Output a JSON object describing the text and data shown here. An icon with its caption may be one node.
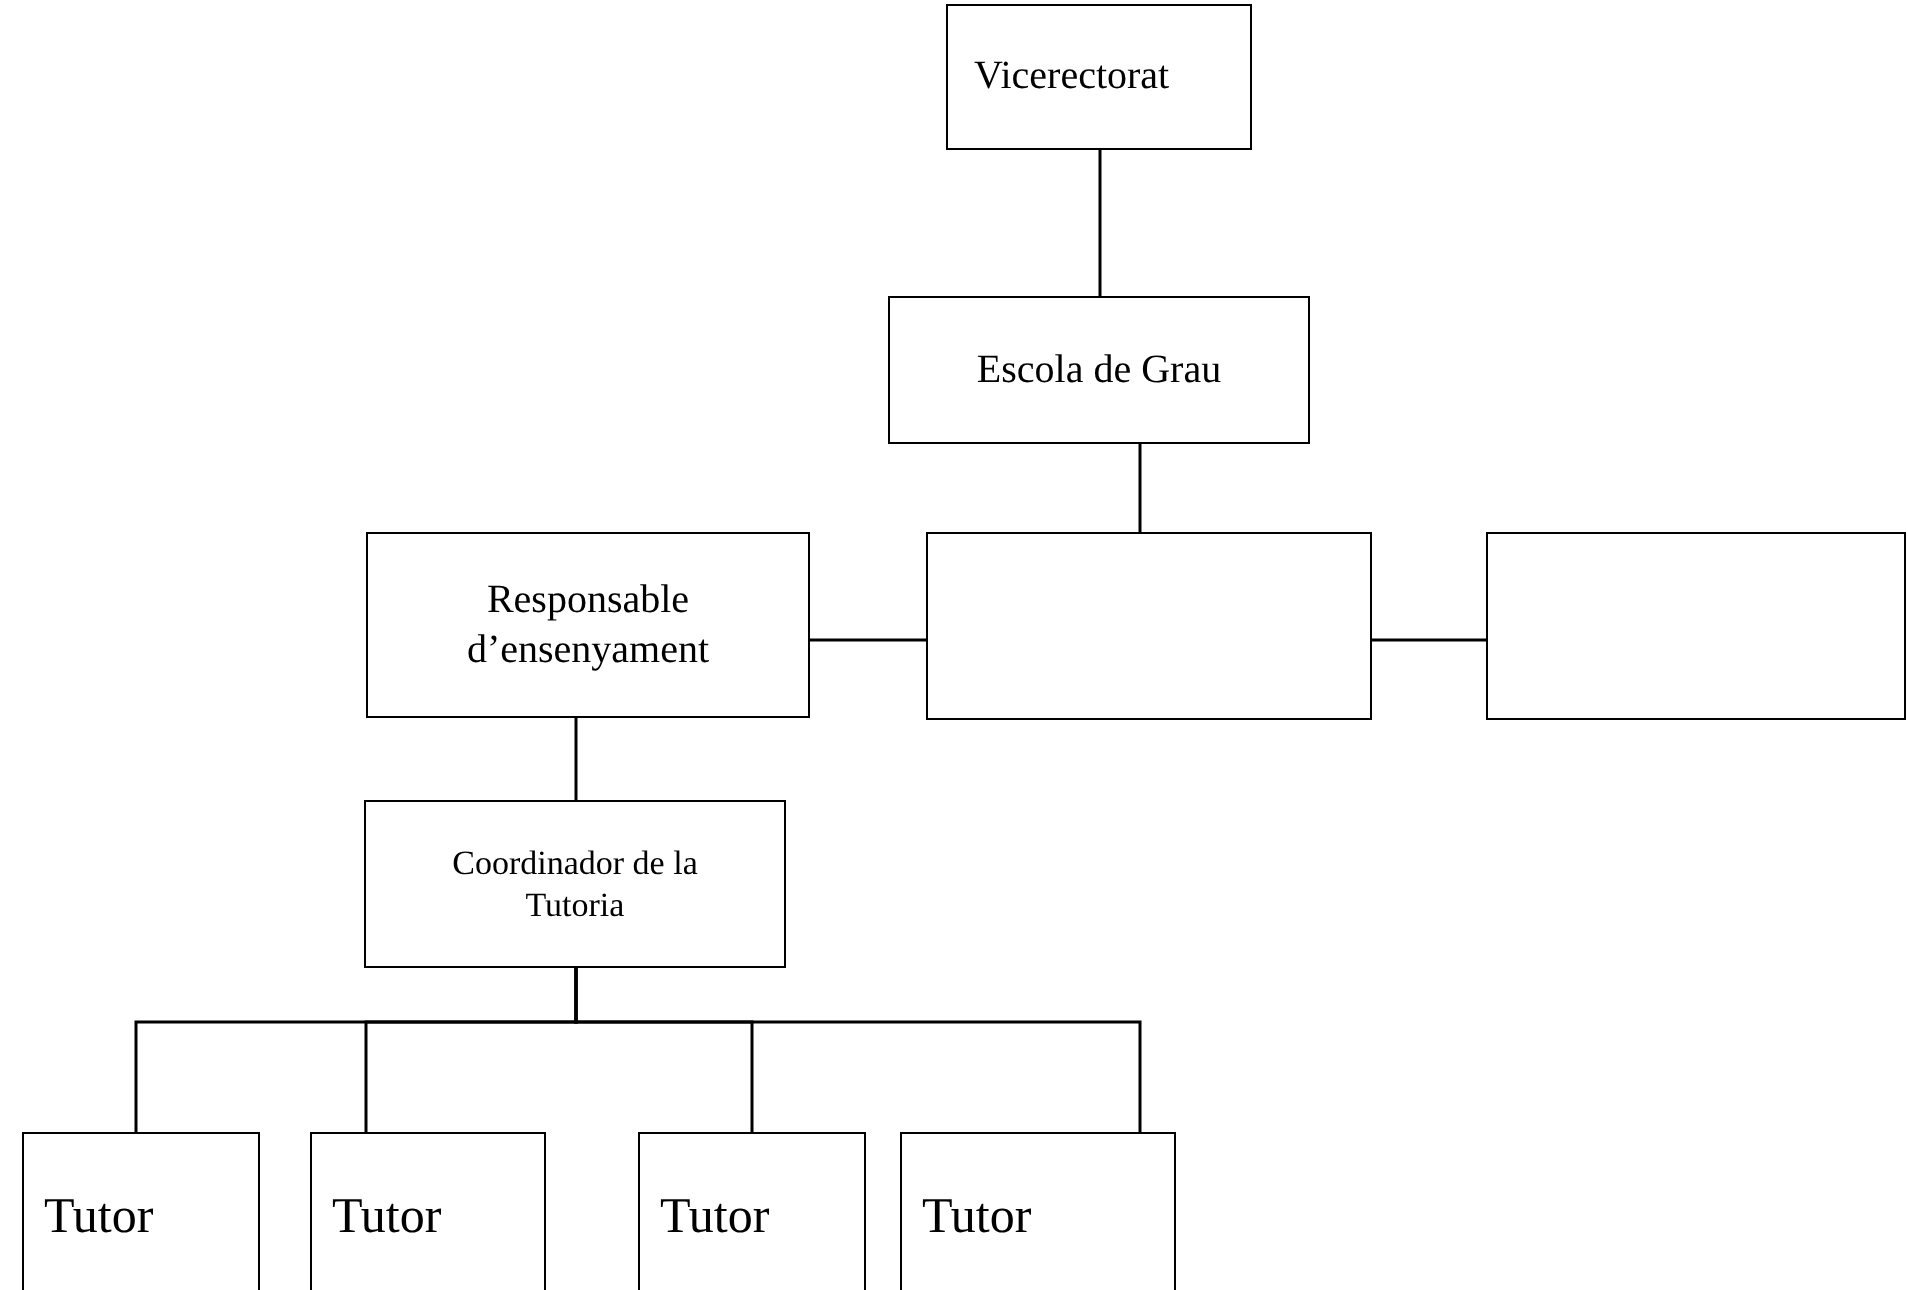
{
  "diagram": {
    "nodes": [
      {
        "text": [
          "Vicerectorat"
        ]
      },
      {
        "text": [
          "Escola de Grau"
        ]
      },
      {
        "text": [
          "Responsable d’ensenyament"
        ]
      },
      {
        "text": [],
        "shape": "box"
      },
      {
        "text": [],
        "shape": "box"
      },
      {
        "text": [
          "Coordinador de la Tutoria"
        ]
      },
      {
        "text": [
          "Tutor"
        ]
      },
      {
        "text": [
          "Tutor"
        ]
      },
      {
        "text": [
          "Tutor"
        ]
      },
      {
        "text": [
          "Tutor"
        ]
      }
    ],
    "edges": [
      {
        "from": 0,
        "to": 1,
        "arrow": "none"
      },
      {
        "from": 1,
        "to": 3,
        "arrow": "none"
      },
      {
        "from": 2,
        "to": 3,
        "arrow": "none"
      },
      {
        "from": 3,
        "to": 4,
        "arrow": "none"
      },
      {
        "from": 2,
        "to": 5,
        "arrow": "none"
      },
      {
        "from": 5,
        "to": 6,
        "arrow": "none"
      },
      {
        "from": 5,
        "to": 7,
        "arrow": "none"
      },
      {
        "from": 5,
        "to": 8,
        "arrow": "none"
      },
      {
        "from": 5,
        "to": 9,
        "arrow": "none"
      }
    ]
  }
}
